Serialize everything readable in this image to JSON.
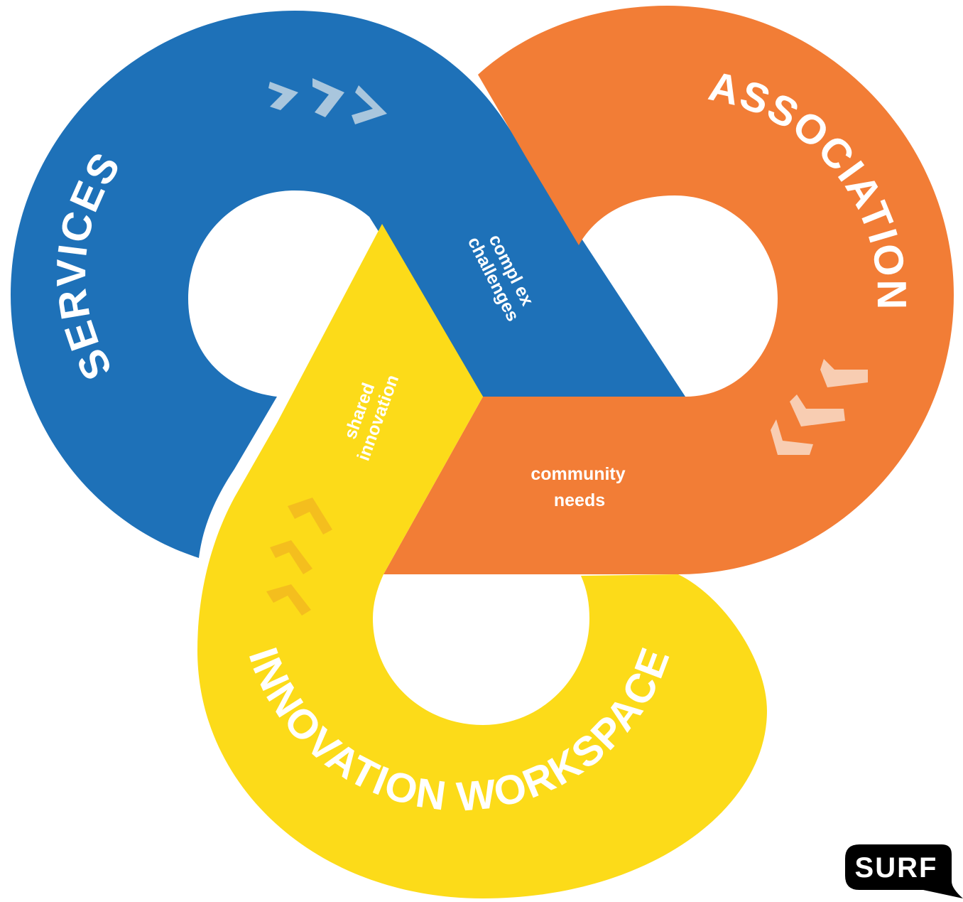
{
  "diagram": {
    "labels": {
      "services": "SERVICES",
      "association": "ASSOCIATION",
      "innovation_workspace": "INNOVATION WORKSPACE",
      "complex_challenges": [
        "compl ex",
        "challenges"
      ],
      "shared_innovation": [
        "shared",
        "innovation"
      ],
      "community_needs": [
        "community",
        "needs"
      ]
    },
    "colors": {
      "blue": "#1E71B8",
      "orange": "#F27D36",
      "yellow": "#FCDB19",
      "white": "#FFFFFF",
      "chevron_blue": "#A9C6DD",
      "chevron_orange": "#F8CDB2",
      "chevron_yellow": "#F4BE1E",
      "logo_black": "#000000"
    },
    "icons": [
      "chevron-right-icon",
      "chevron-down-left-icon",
      "chevron-up-icon"
    ]
  },
  "logo": {
    "text": "SURF"
  }
}
